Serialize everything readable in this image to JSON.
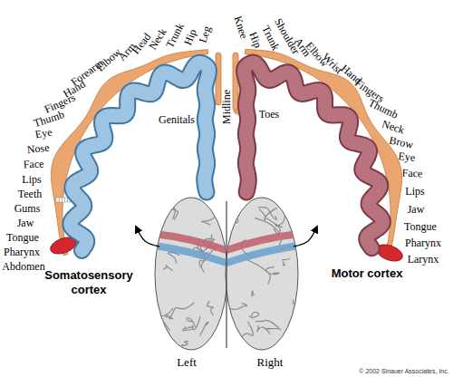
{
  "diagram": {
    "labels": [
      "Leg",
      "Hip",
      "Trunk",
      "Neck",
      "Head",
      "Arm",
      "Elbow",
      "Forearm",
      "Hand",
      "Fingers",
      "Thumb",
      "Eye",
      "Nose",
      "Face",
      "Lips",
      "Teeth",
      "Gums",
      "Jaw",
      "Tongue",
      "Pharynx",
      "Abdomen",
      "Genitals",
      "Midline",
      "Knee",
      "Hip",
      "Trunk",
      "Shoulder",
      "Arm",
      "Elbow",
      "Wrist",
      "Hand",
      "Fingers",
      "Thumb",
      "Neck",
      "Brow",
      "Eye",
      "Face",
      "Lips",
      "Jaw",
      "Tongue",
      "Pharynx",
      "Larynx",
      "Toes",
      "Somatosensory cortex",
      "Motor cortex",
      "Left",
      "Right",
      "© 2002 Sinauer Associates, Inc."
    ]
  }
}
